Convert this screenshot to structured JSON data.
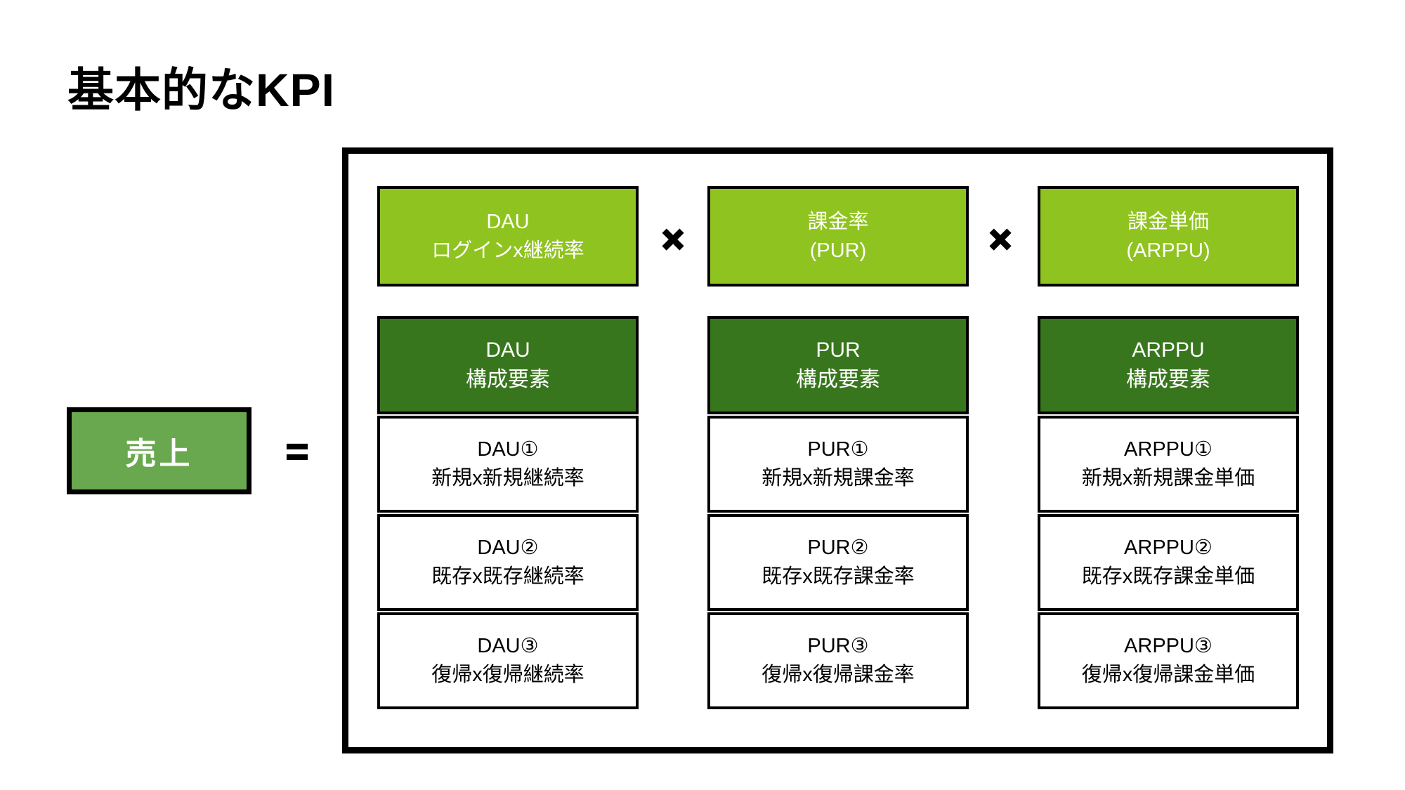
{
  "title": "基本的なKPI",
  "colors": {
    "light_green": "#8FC31F",
    "dark_green": "#38761D",
    "medium_green": "#6AA84F",
    "border_black": "#000000",
    "text_white": "#FFFFFF"
  },
  "revenue_box": {
    "label": "売上"
  },
  "operators": {
    "equals": "=",
    "multiply": "×"
  },
  "formula_row": [
    {
      "line1": "DAU",
      "line2": "ログインx継続率"
    },
    {
      "line1": "課金率",
      "line2": "(PUR)"
    },
    {
      "line1": "課金単価",
      "line2": "(ARPPU)"
    }
  ],
  "columns": [
    {
      "header": {
        "line1": "DAU",
        "line2": "構成要素"
      },
      "items": [
        {
          "line1": "DAU①",
          "line2": "新規x新規継続率"
        },
        {
          "line1": "DAU②",
          "line2": "既存x既存継続率"
        },
        {
          "line1": "DAU③",
          "line2": "復帰x復帰継続率"
        }
      ]
    },
    {
      "header": {
        "line1": "PUR",
        "line2": "構成要素"
      },
      "items": [
        {
          "line1": "PUR①",
          "line2": "新規x新規課金率"
        },
        {
          "line1": "PUR②",
          "line2": "既存x既存課金率"
        },
        {
          "line1": "PUR③",
          "line2": "復帰x復帰課金率"
        }
      ]
    },
    {
      "header": {
        "line1": "ARPPU",
        "line2": "構成要素"
      },
      "items": [
        {
          "line1": "ARPPU①",
          "line2": "新規x新規課金単価"
        },
        {
          "line1": "ARPPU②",
          "line2": "既存x既存課金単価"
        },
        {
          "line1": "ARPPU③",
          "line2": "復帰x復帰課金単価"
        }
      ]
    }
  ]
}
